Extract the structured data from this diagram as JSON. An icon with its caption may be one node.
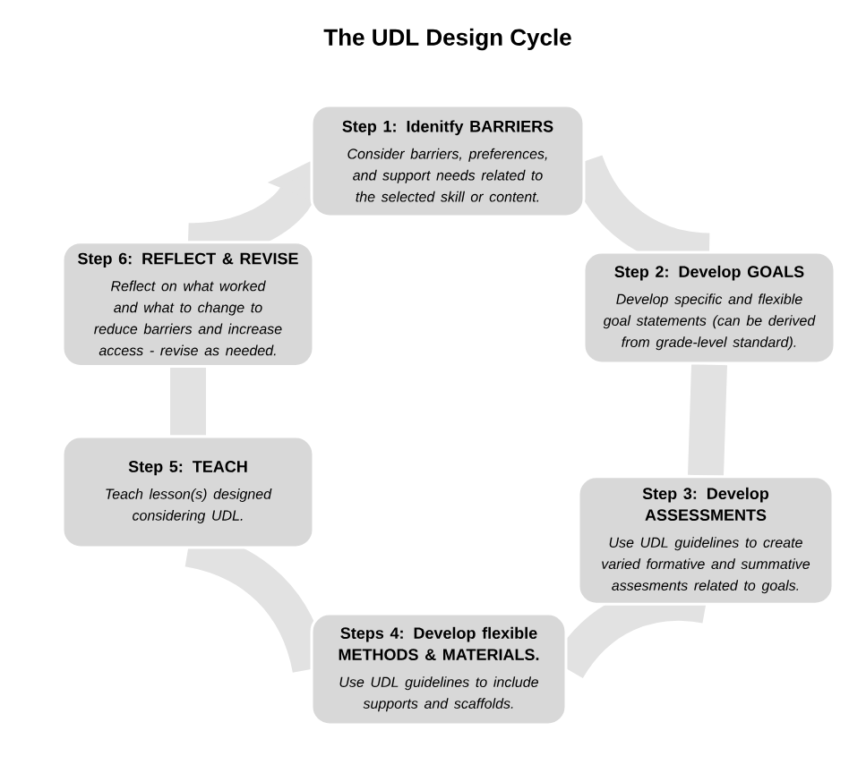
{
  "diagram": {
    "title": "The UDL Design Cycle",
    "nodes": [
      {
        "text": [
          "Step 1: Idenitfy BARRIERS",
          "Consider barriers, preferences, and support needs related to the selected skill or content."
        ]
      },
      {
        "text": [
          "Step 2: Develop GOALS",
          "Develop specific and flexible goal statements (can be derived from grade-level standard)."
        ]
      },
      {
        "text": [
          "Step 3: Develop ASSESSMENTS",
          "Use UDL guidelines to create varied formative and summative assesments related to goals."
        ]
      },
      {
        "text": [
          "Steps 4: Develop flexible METHODS & MATERIALS.",
          "Use UDL guidelines to include supports and scaffolds."
        ]
      },
      {
        "text": [
          "Step 5: TEACH",
          "Teach lesson(s) designed considering UDL."
        ]
      },
      {
        "text": [
          "Step 6: REFLECT & REVISE",
          "Reflect on what worked and what to change to reduce barriers and increase access - revise as needed."
        ]
      }
    ],
    "edges": [
      {
        "from": 0,
        "to": 1,
        "arrow": "none"
      },
      {
        "from": 1,
        "to": 2,
        "arrow": "none"
      },
      {
        "from": 2,
        "to": 3,
        "arrow": "none"
      },
      {
        "from": 3,
        "to": 4,
        "arrow": "none"
      },
      {
        "from": 4,
        "to": 5,
        "arrow": "none"
      },
      {
        "from": 5,
        "to": 0,
        "arrow": "to"
      }
    ]
  }
}
